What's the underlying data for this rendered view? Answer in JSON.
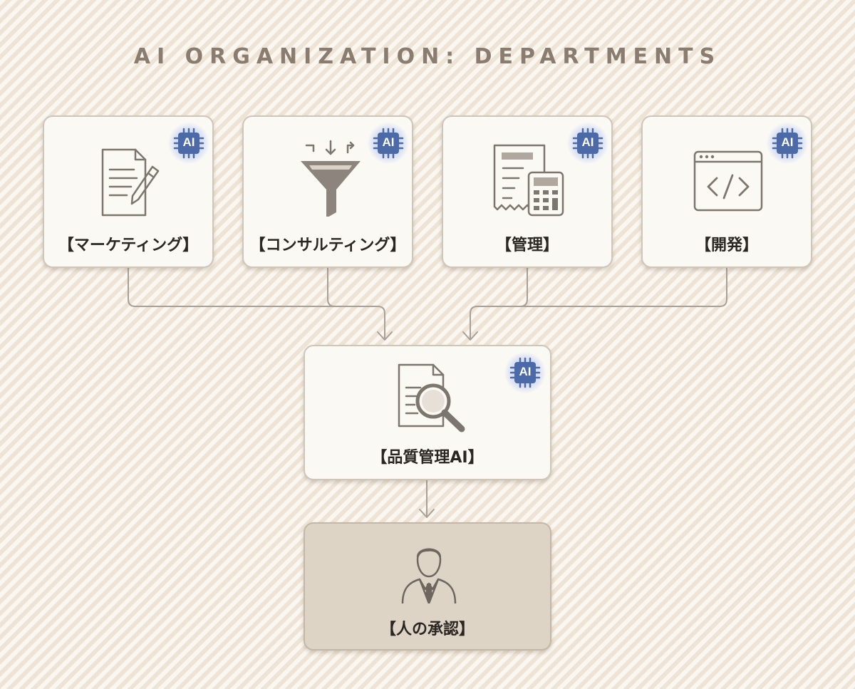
{
  "title": "AI ORGANIZATION: DEPARTMENTS",
  "badge_label": "AI",
  "departments": [
    {
      "label": "【マーケティング】",
      "icon": "document-pen-icon"
    },
    {
      "label": "【コンサルティング】",
      "icon": "funnel-icon"
    },
    {
      "label": "【管理】",
      "icon": "receipt-calculator-icon"
    },
    {
      "label": "【開発】",
      "icon": "code-window-icon"
    }
  ],
  "quality": {
    "label": "【品質管理AI】",
    "icon": "document-magnifier-icon"
  },
  "human": {
    "label": "【人の承認】",
    "icon": "businessman-icon"
  },
  "colors": {
    "background": "#f5ede0",
    "card": "#fbf9f4",
    "human_card": "#ddd4c5",
    "ai_chip": "#4d6aa8",
    "connector": "#a8a098",
    "title": "#8a7d70"
  }
}
